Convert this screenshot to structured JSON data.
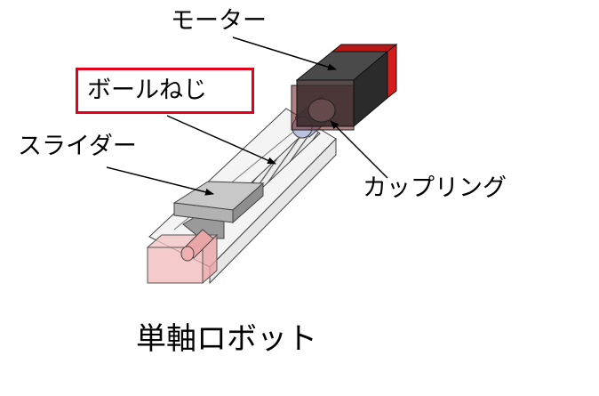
{
  "labels": {
    "motor": "モーター",
    "ball_screw": "ボールねじ",
    "slider": "スライダー",
    "coupling": "カップリング"
  },
  "caption": "単軸ロボット",
  "colors": {
    "highlight_frame": "#e3001b",
    "motor_body": "#2b2b2b",
    "motor_end": "#d71c1c",
    "end_block": "#f2b8b8",
    "rail": "#efefef",
    "slider": "#bfbfbf",
    "coupling": "#a9b4d4"
  }
}
